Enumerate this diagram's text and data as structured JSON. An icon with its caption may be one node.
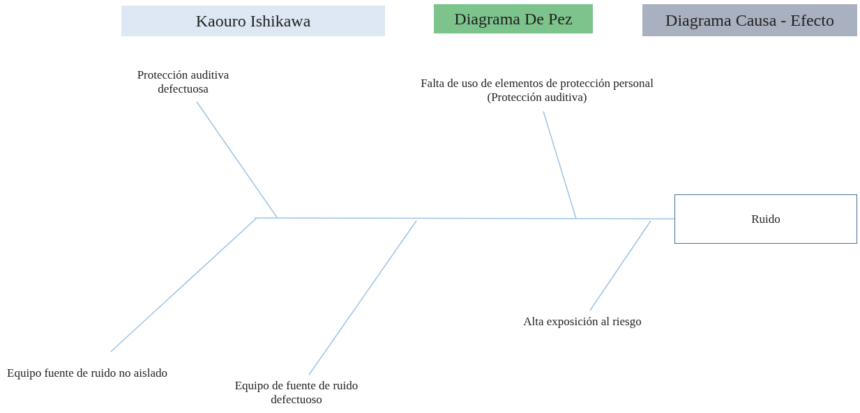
{
  "diagram": {
    "nodes": [
      {
        "text": [
          "Kaouro Ishikawa"
        ]
      },
      {
        "text": [
          "Diagrama De Pez"
        ]
      },
      {
        "text": [
          "Diagrama Causa - Efecto"
        ]
      },
      {
        "text": [
          "Ruido"
        ]
      },
      {
        "text": [
          "Protección auditiva defectuosa"
        ]
      },
      {
        "text": [
          "Falta de uso de elementos de protección personal (Protección auditiva)"
        ]
      },
      {
        "text": [
          "Equipo fuente de ruido no aislado"
        ]
      },
      {
        "text": [
          "Equipo de fuente de ruido defectuoso"
        ]
      },
      {
        "text": [
          "Alta exposición al riesgo"
        ]
      }
    ],
    "edges": [
      {
        "from": null,
        "to": 3,
        "arrow": "none"
      },
      {
        "from": 4,
        "to": null,
        "arrow": "none"
      },
      {
        "from": 5,
        "to": null,
        "arrow": "none"
      },
      {
        "from": 6,
        "to": null,
        "arrow": "none"
      },
      {
        "from": 7,
        "to": null,
        "arrow": "none"
      },
      {
        "from": 8,
        "to": null,
        "arrow": "none"
      }
    ]
  }
}
